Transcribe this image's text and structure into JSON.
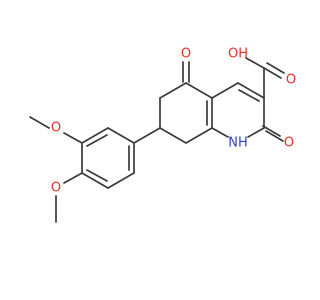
{
  "structure": {
    "atoms": {
      "ketone_oxygen": "O",
      "acid_oh": "OH",
      "acid_carbonyl_oxygen": "O",
      "ring_nh": "NH",
      "lactam_oxygen": "O",
      "methoxy_oxygen_upper": "O",
      "methoxy_oxygen_lower": "O"
    },
    "colors": {
      "bond": "#3a3a3a",
      "oxygen": "#e8302a",
      "nitrogen": "#2f3fd0",
      "background": "#ffffff"
    }
  }
}
